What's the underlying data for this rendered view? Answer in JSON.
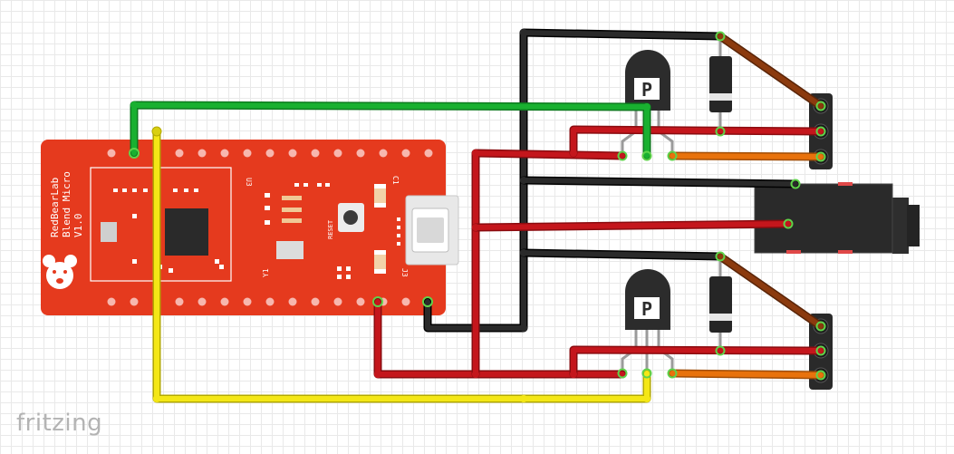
{
  "app": {
    "brand": "fritzing"
  },
  "board": {
    "name_line1": "RedBearLab",
    "name_line2": "Blend Micro",
    "name_line3": "V1.0",
    "label_u3": "U3",
    "label_c1": "C1",
    "label_reset": "RESET",
    "label_y1": "Y1",
    "label_j3": "J3",
    "pcb_color": "#e53a1e"
  },
  "transistors": [
    {
      "marking": "P"
    },
    {
      "marking": "P"
    }
  ],
  "colors": {
    "black": "#1e1e1e",
    "red": "#c4161c",
    "green": "#19b030",
    "yellow": "#f4e716",
    "brown": "#8b3a0e",
    "orange": "#e8720c",
    "leg": "#9a9a9a",
    "connector_end": "#5fd34a"
  }
}
